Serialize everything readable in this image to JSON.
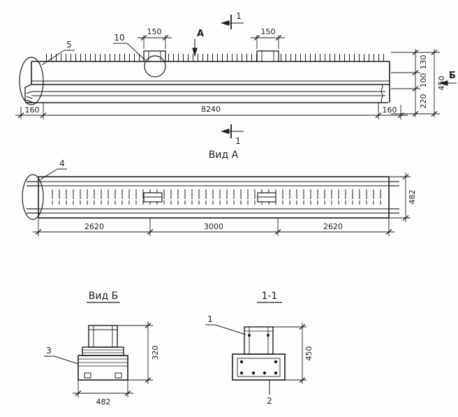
{
  "markers": {
    "cut_top": "1",
    "cut_bottom": "1",
    "view_a": "А",
    "view_b": "Б"
  },
  "callouts": {
    "pos5": "5",
    "pos10": "10",
    "pos4": "4",
    "pos3": "3",
    "pos1": "1",
    "pos2": "2"
  },
  "titles": {
    "plan": "Вид А",
    "end": "Вид Б",
    "section": "1-1"
  },
  "dims": {
    "elev": {
      "block_l": "150",
      "block_r": "150",
      "h1": "130",
      "h2": "100",
      "h3": "220",
      "h_total": "450",
      "end_l": "160",
      "span": "8240",
      "end_r": "160"
    },
    "plan": {
      "w": "482",
      "s1": "2620",
      "s2": "3000",
      "s3": "2620"
    },
    "end": {
      "h": "320",
      "w": "482"
    },
    "section": {
      "h": "450"
    }
  },
  "colors": {
    "ink": "#1c1c1c",
    "paper": "#fdfdfc"
  }
}
